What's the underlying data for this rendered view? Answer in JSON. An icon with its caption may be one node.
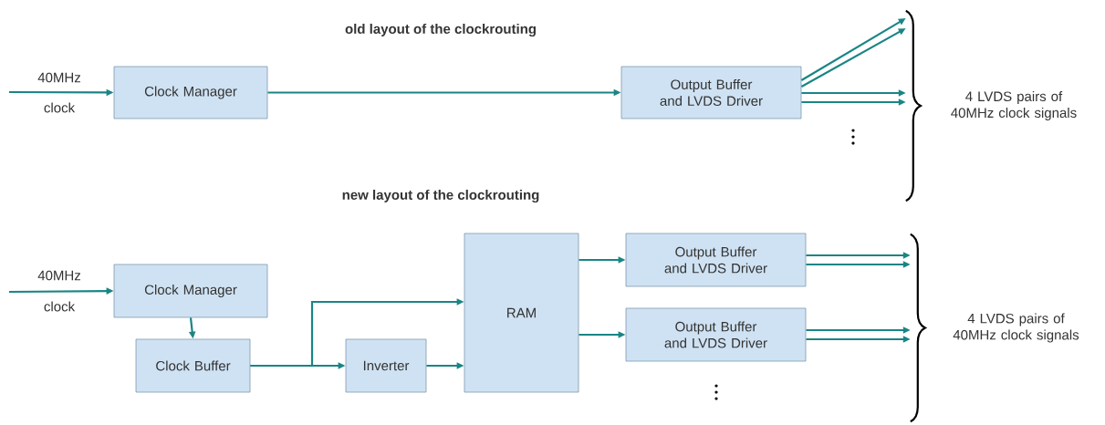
{
  "diagram": {
    "nodes": [
      {
        "text": [
          "Clock Manager"
        ]
      },
      {
        "text": [
          "Output Buffer and LVDS Driver"
        ]
      },
      {
        "text": [
          "Clock Manager"
        ]
      },
      {
        "text": [
          "Clock Buffer"
        ]
      },
      {
        "text": [
          "Inverter"
        ]
      },
      {
        "text": [
          "RAM"
        ]
      },
      {
        "text": [
          "Output Buffer and LVDS Driver"
        ]
      },
      {
        "text": [
          "Output Buffer and LVDS Driver"
        ]
      },
      {
        "text": [
          "4 LVDS pairs of 40MHz clock signals"
        ]
      },
      {
        "text": [
          "4 LVDS pairs of 40MHz clock signals"
        ]
      }
    ],
    "edges": [
      {
        "from": null,
        "to": 0,
        "arrow": "to"
      },
      {
        "from": 0,
        "to": 1,
        "arrow": "to"
      },
      {
        "from": 1,
        "to": 8,
        "arrow": "to"
      },
      {
        "from": 1,
        "to": 8,
        "arrow": "to"
      },
      {
        "from": 1,
        "to": 8,
        "arrow": "to"
      },
      {
        "from": 1,
        "to": 8,
        "arrow": "to"
      },
      {
        "from": null,
        "to": 2,
        "arrow": "to"
      },
      {
        "from": 2,
        "to": 3,
        "arrow": "to"
      },
      {
        "from": 3,
        "to": 5,
        "arrow": "to"
      },
      {
        "from": 3,
        "to": 4,
        "arrow": "to"
      },
      {
        "from": 4,
        "to": 5,
        "arrow": "to"
      },
      {
        "from": 5,
        "to": 6,
        "arrow": "to"
      },
      {
        "from": 5,
        "to": 7,
        "arrow": "to"
      },
      {
        "from": 6,
        "to": 9,
        "arrow": "to"
      },
      {
        "from": 6,
        "to": 9,
        "arrow": "to"
      },
      {
        "from": 7,
        "to": 9,
        "arrow": "to"
      },
      {
        "from": 7,
        "to": 9,
        "arrow": "to"
      }
    ],
    "labels": [
      "old layout of the clockrouting",
      "40MHz",
      "clock",
      "new layout of the clockrouting",
      "40MHz",
      "clock"
    ]
  }
}
